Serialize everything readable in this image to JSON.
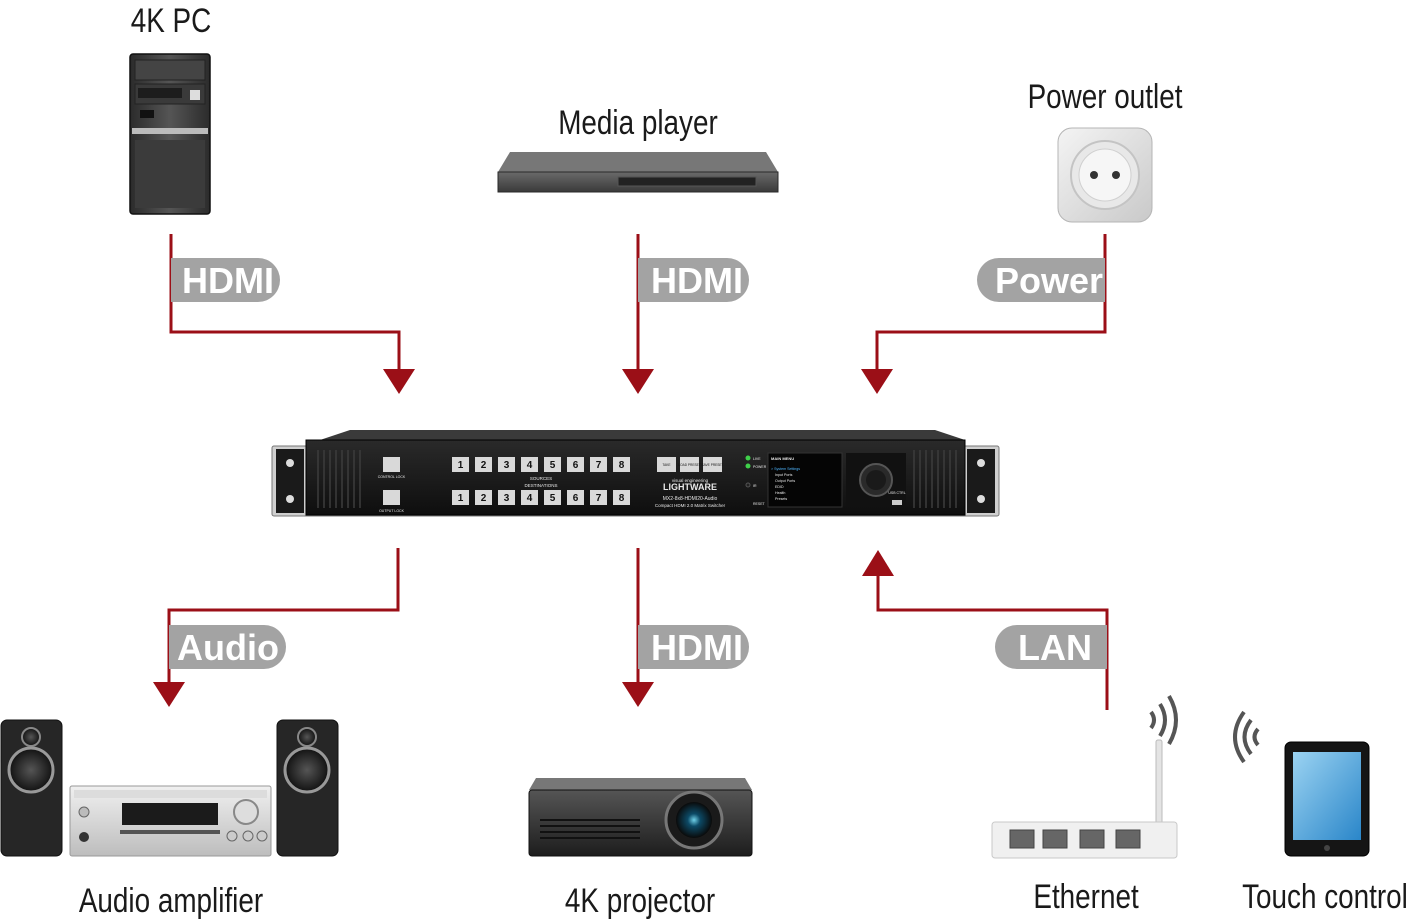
{
  "devices": {
    "pc": "4K PC",
    "media_player": "Media player",
    "power_outlet": "Power outlet",
    "audio_amplifier": "Audio amplifier",
    "projector": "4K projector",
    "ethernet": "Ethernet",
    "touch_control": "Touch control"
  },
  "connections": {
    "pc": "HDMI",
    "media_player": "HDMI",
    "power": "Power",
    "audio": "Audio",
    "projector": "HDMI",
    "lan": "LAN"
  },
  "switcher": {
    "control_lock": "CONTROL LOCK",
    "output_lock": "OUTPUT LOCK",
    "sources": "SOURCES",
    "destinations": "DESTINATIONS",
    "source_buttons": [
      "1",
      "2",
      "3",
      "4",
      "5",
      "6",
      "7",
      "8"
    ],
    "dest_buttons": [
      "1",
      "2",
      "3",
      "4",
      "5",
      "6",
      "7",
      "8"
    ],
    "preset_buttons": [
      "TAKE",
      "LOAD PRESET",
      "SAVE PRESET"
    ],
    "tagline": "visual engineering",
    "brand": "LIGHTWARE",
    "model": "MX2-8x8-HDMI20-Audio",
    "description": "Compact HDMI 2.0 Matrix Switcher",
    "led_live": "LIVE",
    "led_power": "POWER",
    "ir": "IR",
    "reset": "RESET",
    "usb_ctrl": "USB CTRL",
    "menu_title": "MAIN MENU",
    "menu_items": [
      "> System Settings",
      "Input Ports",
      "Output Ports",
      "EDID",
      "Health",
      "Presets"
    ]
  },
  "colors": {
    "wire": "#9b0f17",
    "label_pill": "#a3a3a3"
  }
}
